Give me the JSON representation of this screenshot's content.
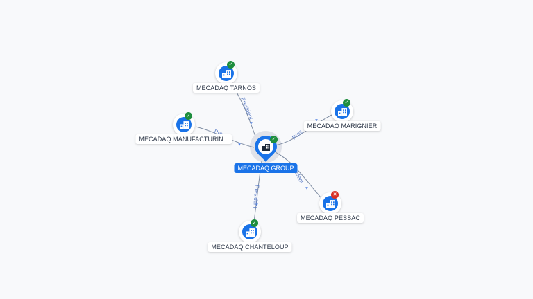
{
  "colors": {
    "accent": "#1a73e8",
    "active": "#1e8e3e",
    "inactive": "#d93025",
    "edge": "#7f8da3",
    "edge_label": "#5b7cc5",
    "background": "#f8f9fb"
  },
  "center": {
    "label": "MECADAQ GROUP",
    "status": "active",
    "icon": "building-icon"
  },
  "nodes": [
    {
      "id": "tarnos",
      "label": "MECADAQ TARNOS",
      "status": "active",
      "icon": "building-icon"
    },
    {
      "id": "marignier",
      "label": "MECADAQ MARIGNIER",
      "status": "active",
      "icon": "building-icon"
    },
    {
      "id": "manufacturing",
      "label": "MECADAQ MANUFACTURIN...",
      "status": "active",
      "icon": "building-icon"
    },
    {
      "id": "pessac",
      "label": "MECADAQ PESSAC",
      "status": "inactive",
      "icon": "building-icon"
    },
    {
      "id": "chanteloup",
      "label": "MECADAQ CHANTELOUP",
      "status": "active",
      "icon": "building-icon"
    }
  ],
  "edges": [
    {
      "to": "tarnos",
      "label": "President"
    },
    {
      "to": "marignier",
      "label": "Pres"
    },
    {
      "to": "manufacturing",
      "label": "Pre"
    },
    {
      "to": "pessac",
      "label": "ident"
    },
    {
      "to": "chanteloup",
      "label": "President"
    }
  ],
  "status_glyphs": {
    "active": "✓",
    "inactive": "✕"
  }
}
